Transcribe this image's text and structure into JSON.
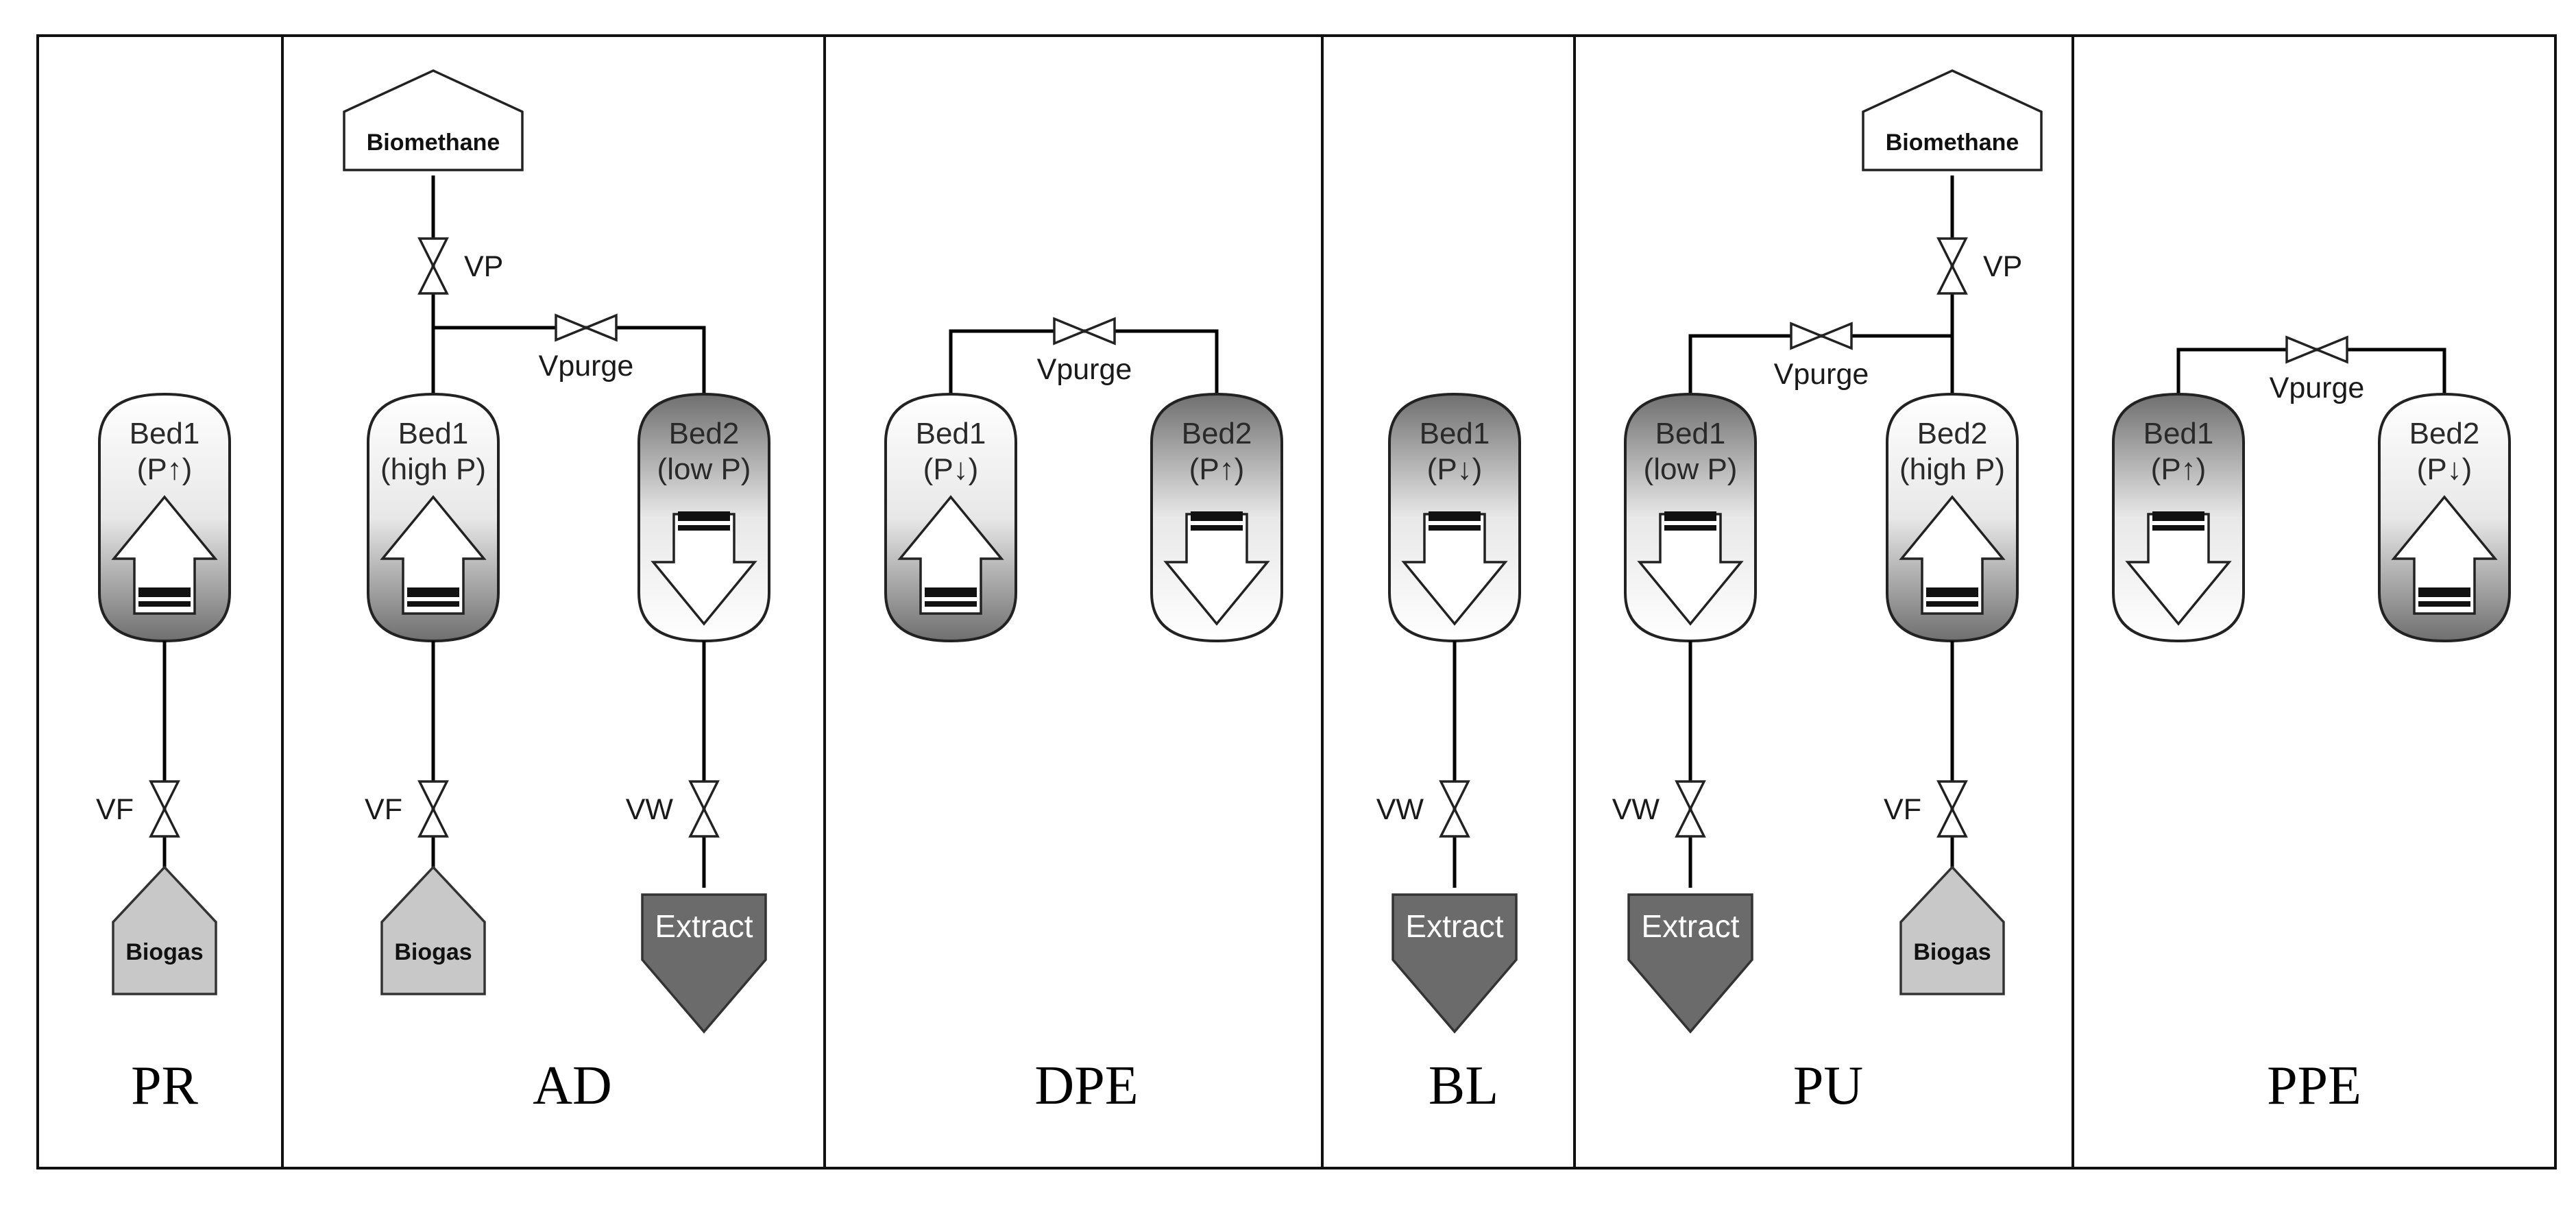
{
  "colors": {
    "panel_border": "#111111",
    "bed_dark": "#6f6f6f",
    "bed_light": "#ffffff",
    "extract_fill": "#6b6b6b",
    "biogas_fill": "#c8c8c8"
  },
  "steps": [
    {
      "name": "PR",
      "product": "",
      "top_valve": "",
      "purge_valve": "",
      "beds": [
        {
          "label": "Bed1",
          "state": "(P↑)",
          "flow": "up"
        }
      ],
      "feeds": [
        {
          "valve": "VF",
          "tank": "Biogas",
          "type": "biogas"
        }
      ]
    },
    {
      "name": "AD",
      "product": "Biomethane",
      "top_valve": "VP",
      "purge_valve": "Vpurge",
      "beds": [
        {
          "label": "Bed1",
          "state": "(high P)",
          "flow": "up"
        },
        {
          "label": "Bed2",
          "state": "(low P)",
          "flow": "down"
        }
      ],
      "feeds": [
        {
          "valve": "VF",
          "tank": "Biogas",
          "type": "biogas"
        },
        {
          "valve": "VW",
          "tank": "Extract",
          "type": "extract"
        }
      ]
    },
    {
      "name": "DPE",
      "product": "",
      "top_valve": "",
      "purge_valve": "Vpurge",
      "beds": [
        {
          "label": "Bed1",
          "state": "(P↓)",
          "flow": "up"
        },
        {
          "label": "Bed2",
          "state": "(P↑)",
          "flow": "down"
        }
      ],
      "feeds": []
    },
    {
      "name": "BL",
      "product": "",
      "top_valve": "",
      "purge_valve": "",
      "beds": [
        {
          "label": "Bed1",
          "state": "(P↓)",
          "flow": "down"
        }
      ],
      "feeds": [
        {
          "valve": "VW",
          "tank": "Extract",
          "type": "extract"
        }
      ]
    },
    {
      "name": "PU",
      "product": "Biomethane",
      "top_valve": "VP",
      "purge_valve": "Vpurge",
      "beds": [
        {
          "label": "Bed1",
          "state": "(low P)",
          "flow": "down"
        },
        {
          "label": "Bed2",
          "state": "(high P)",
          "flow": "up"
        }
      ],
      "feeds": [
        {
          "valve": "VW",
          "tank": "Extract",
          "type": "extract"
        },
        {
          "valve": "VF",
          "tank": "Biogas",
          "type": "biogas"
        }
      ]
    },
    {
      "name": "PPE",
      "product": "",
      "top_valve": "",
      "purge_valve": "Vpurge",
      "beds": [
        {
          "label": "Bed1",
          "state": "(P↑)",
          "flow": "down"
        },
        {
          "label": "Bed2",
          "state": "(P↓)",
          "flow": "up"
        }
      ],
      "feeds": []
    }
  ]
}
